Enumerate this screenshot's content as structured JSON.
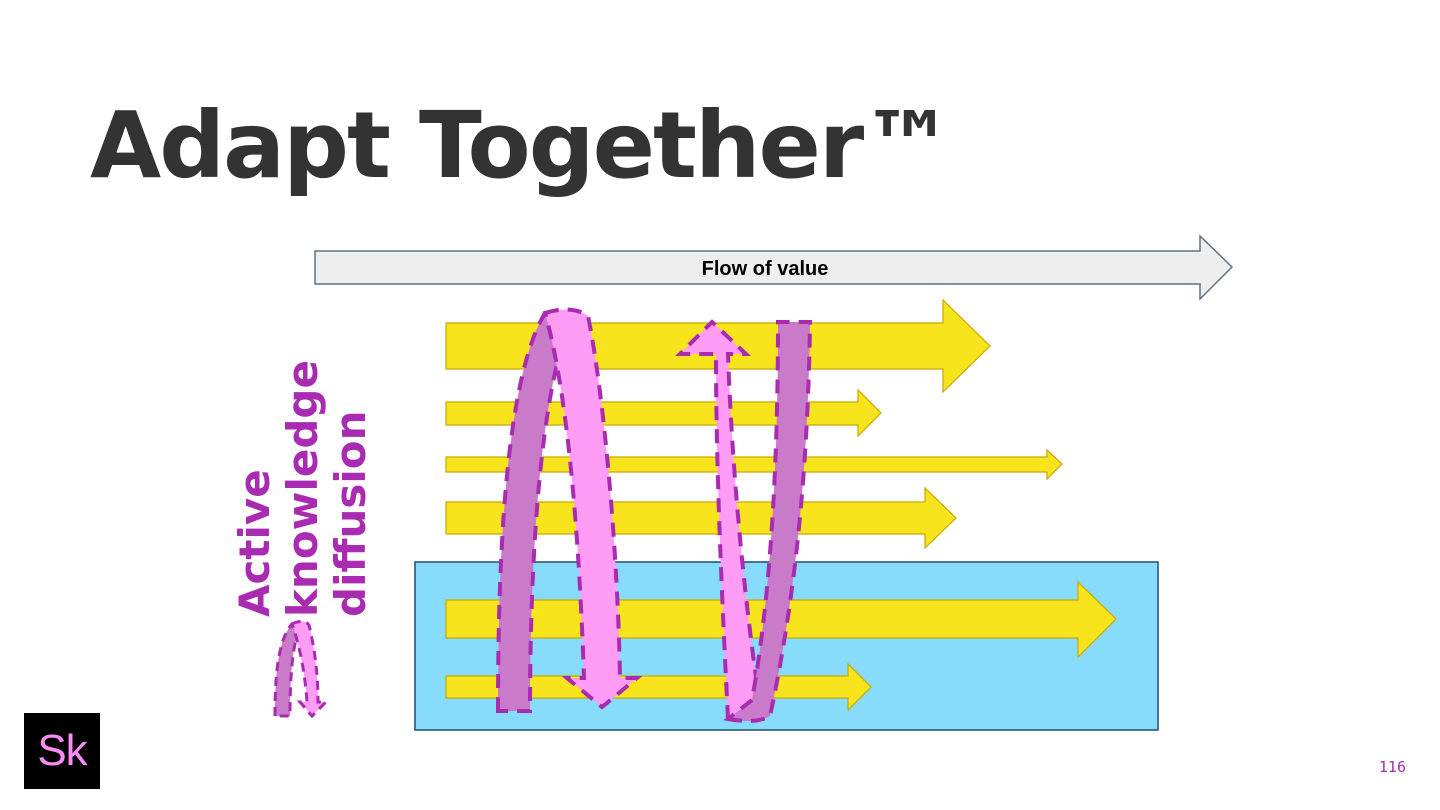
{
  "slide": {
    "title": "Adapt Together™",
    "page_number": "116"
  },
  "diagram": {
    "flow_label": "Flow of value",
    "diffusion_label_lines": [
      "Active",
      "knowledge",
      "diffusion"
    ],
    "colors": {
      "flow_arrow_fill": "#eeeeee",
      "flow_arrow_stroke": "#5f7380",
      "value_arrow_fill": "#f7e41c",
      "value_arrow_stroke": "#c9a800",
      "team_box_fill": "#87dcfc",
      "team_box_stroke": "#1d4f73",
      "loop_light": "#ff9cf5",
      "loop_dark": "#c97ac9",
      "loop_dash": "#a92bb1",
      "label_color": "#a92bb1"
    }
  },
  "logo": {
    "text": "Sk",
    "background": "#000000",
    "text_color": "#ff8cf5"
  }
}
